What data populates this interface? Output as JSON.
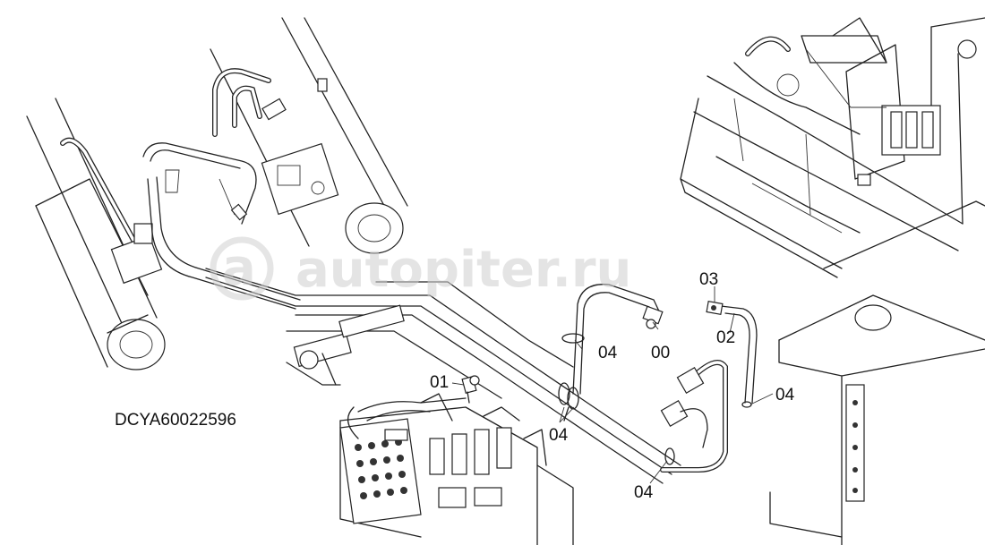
{
  "diagram": {
    "code": "DCYA60022596",
    "watermark": "autopiter.ru",
    "callouts": [
      "03",
      "02",
      "00",
      "04",
      "01",
      "04",
      "04",
      "04"
    ]
  }
}
